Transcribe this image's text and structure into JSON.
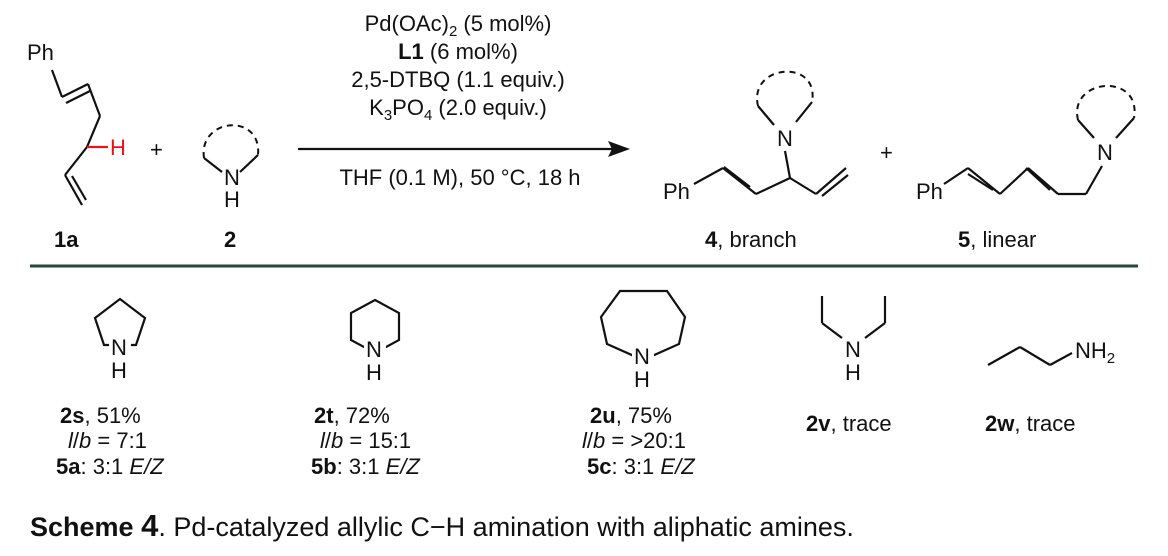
{
  "reaction": {
    "conditions": {
      "catalyst": "Pd(OAc)",
      "catalyst_sub": "2",
      "catalyst_amount": " (5 mol%)",
      "ligand": "L1",
      "ligand_amount": " (6 mol%)",
      "oxidant": "2,5-DTBQ (1.1 equiv.)",
      "base_k": "K",
      "base_sub1": "3",
      "base_po": "PO",
      "base_sub2": "4",
      "base_amount": " (2.0 equiv.)",
      "solvent": "THF (0.1 M), 50 °C, 18 h"
    },
    "reactant_1a": {
      "label": "1a",
      "ph": "Ph",
      "h": "H"
    },
    "plus_1": "+",
    "reactant_2": {
      "label": "2",
      "n": "N",
      "h": "H"
    },
    "product_4": {
      "label": "4",
      "suffix": ", branch",
      "ph": "Ph",
      "n": "N"
    },
    "plus_2": "+",
    "product_5": {
      "label": "5",
      "suffix": ", linear",
      "ph": "Ph",
      "n": "N"
    }
  },
  "amines": [
    {
      "id": "2s",
      "yield": ", 51%",
      "lb_l": "l",
      "lb_b": "b",
      "lb_value": " = 7:1",
      "product": "5a",
      "ez": ": 3:1 ",
      "ez_label": "E/Z",
      "n": "N",
      "h": "H"
    },
    {
      "id": "2t",
      "yield": ", 72%",
      "lb_l": "l",
      "lb_b": "b",
      "lb_value": " = 15:1",
      "product": "5b",
      "ez": ": 3:1 ",
      "ez_label": "E/Z",
      "n": "N",
      "h": "H"
    },
    {
      "id": "2u",
      "yield": ", 75%",
      "lb_l": "l",
      "lb_b": "b",
      "lb_value": " = >20:1",
      "product": "5c",
      "ez": ": 3:1 ",
      "ez_label": "E/Z",
      "n": "N",
      "h": "H"
    },
    {
      "id": "2v",
      "yield": ", trace",
      "n": "N",
      "h": "H"
    },
    {
      "id": "2w",
      "yield": ", trace",
      "nh": "NH",
      "nh_sub": "2"
    }
  ],
  "caption": {
    "label": "Scheme ",
    "number": "4",
    "text": ". Pd-catalyzed allylic C−H amination with aliphatic amines."
  },
  "colors": {
    "highlight": "#e8141b",
    "divider": "#1f4a3c",
    "ink": "#111111"
  }
}
